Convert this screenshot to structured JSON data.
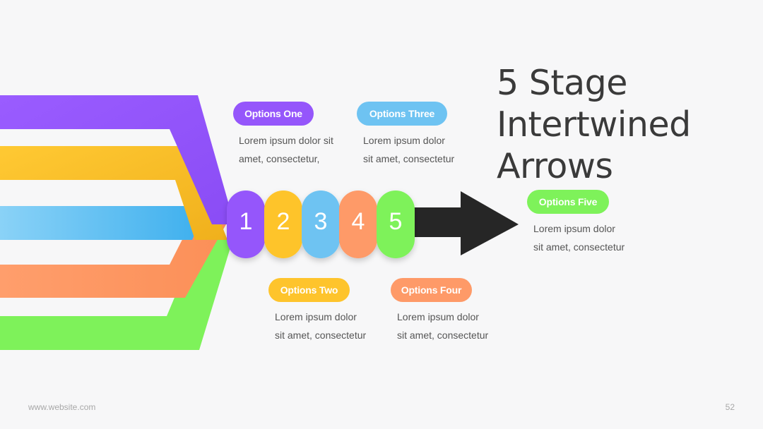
{
  "slide": {
    "title_lines": [
      "5 Stage",
      "Intertwined",
      "Arrows"
    ],
    "footer_url": "www.website.com",
    "page_number": "52"
  },
  "stages": [
    {
      "number": "1",
      "label": "Options One",
      "desc": [
        "Lorem ipsum dolor sit",
        "amet, consectetur,"
      ],
      "color": "#9556fb"
    },
    {
      "number": "2",
      "label": "Options Two",
      "desc": [
        "Lorem ipsum dolor",
        "sit amet, consectetur"
      ],
      "color": "#fec42c"
    },
    {
      "number": "3",
      "label": "Options Three",
      "desc": [
        "Lorem ipsum dolor",
        "sit amet, consectetur"
      ],
      "color": "#6ec3f2"
    },
    {
      "number": "4",
      "label": "Options Four",
      "desc": [
        "Lorem ipsum dolor",
        "sit amet, consectetur"
      ],
      "color": "#fe9a68"
    },
    {
      "number": "5",
      "label": "Options Five",
      "desc": [
        "Lorem ipsum dolor",
        "sit amet, consectetur"
      ],
      "color": "#7ef25a"
    }
  ],
  "colors": {
    "arrow": "#262626",
    "title": "#3a3a3a",
    "text": "#555555"
  }
}
